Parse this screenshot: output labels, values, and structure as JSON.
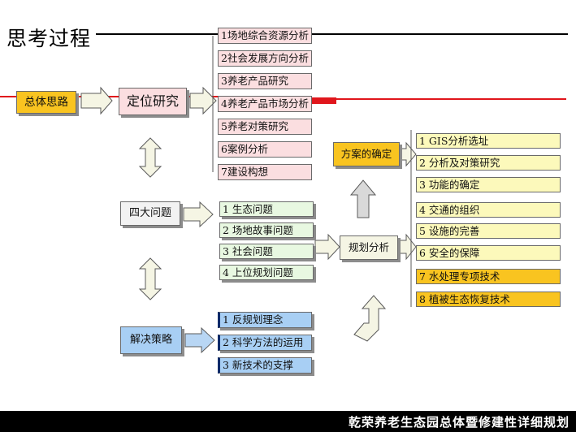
{
  "slide": {
    "title": "思考过程",
    "footer": "乾荣养老生态园总体暨修建性详细规划"
  },
  "hubs": {
    "overall": "总体思路",
    "positioning": "定位研究",
    "four_questions": "四大问题",
    "solution": "解决策略",
    "scheme": "方案的确定",
    "planning_analysis": "规划分析"
  },
  "positioning_items": [
    "1场地综合资源分析",
    "2社会发展方向分析",
    "3养老产品研究",
    "4养老产品市场分析",
    "5养老对策研究",
    "6案例分析",
    "7建设构想"
  ],
  "question_items": [
    "1  生态问题",
    "2  场地故事问题",
    "3  社会问题",
    "4  上位规划问题"
  ],
  "strategy_items": [
    "1 反规划理念",
    "2 科学方法的运用",
    "3 新技术的支撑"
  ],
  "analysis_items": [
    "1 GIS分析选址",
    "2  分析及对策研究",
    "3  功能的确定",
    "4  交通的组织",
    "5  设施的完善",
    "6  安全的保障",
    "7  水处理专项技术",
    "8  植被生态恢复技术"
  ],
  "colors": {
    "accent_red": "#e0161c",
    "hub_gold": "#f9c420",
    "pink": "#fbdee0",
    "green": "#e8f8e1",
    "blue": "#a8cff4",
    "yellow_light": "#fcf9bb"
  }
}
